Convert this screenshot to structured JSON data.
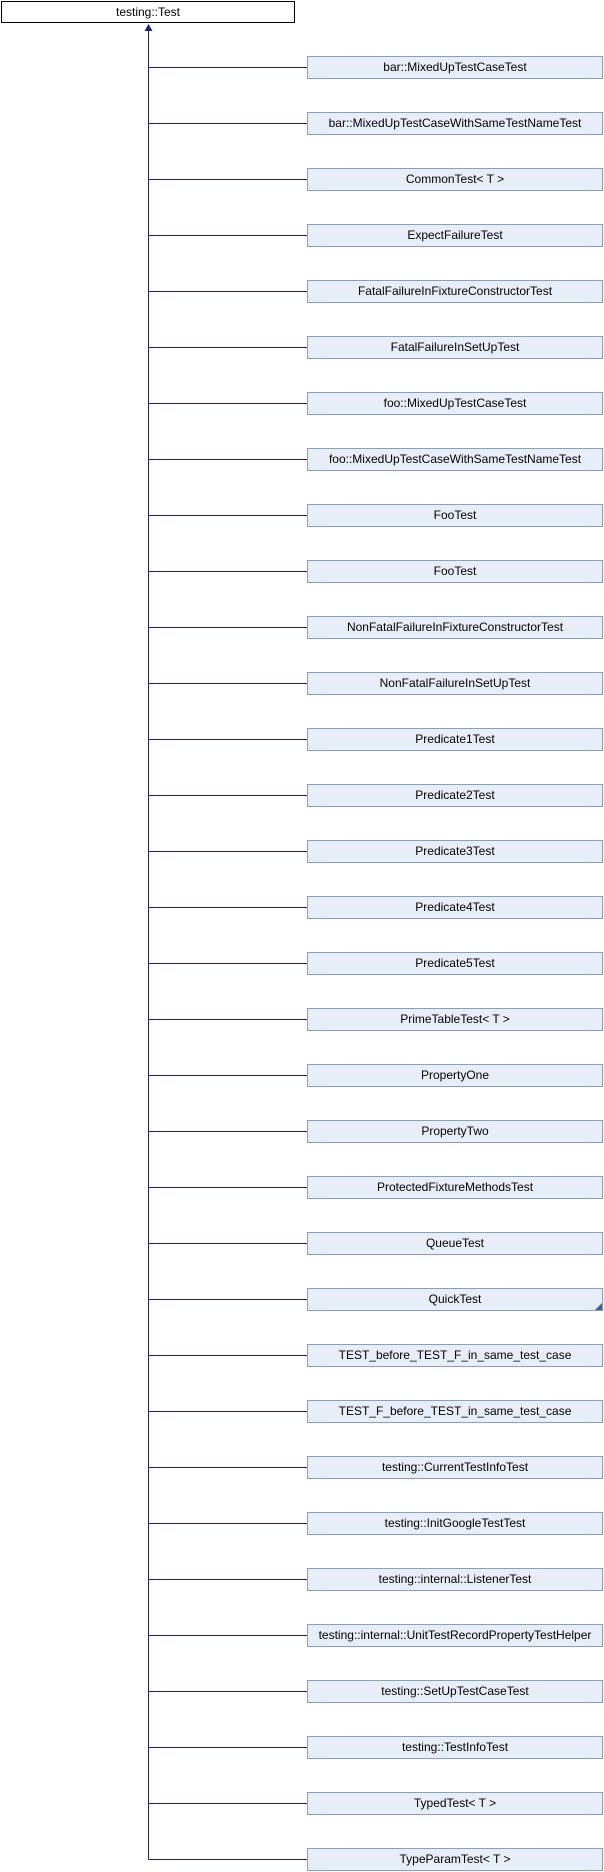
{
  "base_class": {
    "label": "testing::Test"
  },
  "derived_classes": [
    {
      "label": "bar::MixedUpTestCaseTest"
    },
    {
      "label": "bar::MixedUpTestCaseWithSameTestNameTest"
    },
    {
      "label": "CommonTest< T >"
    },
    {
      "label": "ExpectFailureTest"
    },
    {
      "label": "FatalFailureInFixtureConstructorTest"
    },
    {
      "label": "FatalFailureInSetUpTest"
    },
    {
      "label": "foo::MixedUpTestCaseTest"
    },
    {
      "label": "foo::MixedUpTestCaseWithSameTestNameTest"
    },
    {
      "label": "FooTest"
    },
    {
      "label": "FooTest"
    },
    {
      "label": "NonFatalFailureInFixtureConstructorTest"
    },
    {
      "label": "NonFatalFailureInSetUpTest"
    },
    {
      "label": "Predicate1Test"
    },
    {
      "label": "Predicate2Test"
    },
    {
      "label": "Predicate3Test"
    },
    {
      "label": "Predicate4Test"
    },
    {
      "label": "Predicate5Test"
    },
    {
      "label": "PrimeTableTest< T >"
    },
    {
      "label": "PropertyOne"
    },
    {
      "label": "PropertyTwo"
    },
    {
      "label": "ProtectedFixtureMethodsTest"
    },
    {
      "label": "QueueTest"
    },
    {
      "label": "QuickTest",
      "has_more": true
    },
    {
      "label": "TEST_before_TEST_F_in_same_test_case"
    },
    {
      "label": "TEST_F_before_TEST_in_same_test_case"
    },
    {
      "label": "testing::CurrentTestInfoTest"
    },
    {
      "label": "testing::InitGoogleTestTest"
    },
    {
      "label": "testing::internal::ListenerTest"
    },
    {
      "label": "testing::internal::UnitTestRecordPropertyTestHelper"
    },
    {
      "label": "testing::SetUpTestCaseTest"
    },
    {
      "label": "testing::TestInfoTest"
    },
    {
      "label": "TypedTest< T >"
    },
    {
      "label": "TypeParamTest< T >"
    }
  ],
  "colors": {
    "connector": "#1a237e",
    "node_fill": "#e8eef7",
    "node_border": "#84a0cf",
    "base_border": "#000000"
  }
}
